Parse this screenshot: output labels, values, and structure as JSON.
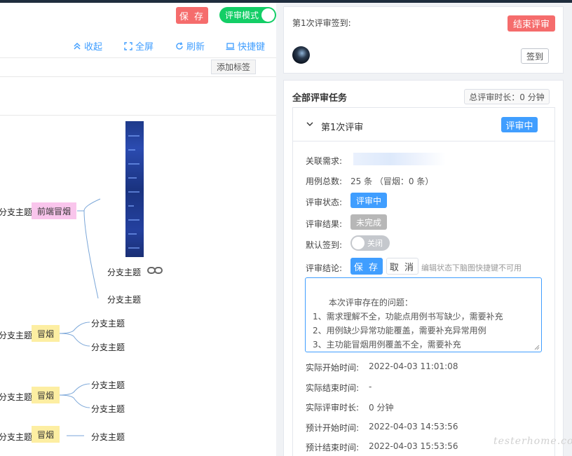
{
  "header": {
    "save_label": "保 存",
    "mode_label": "评审模式"
  },
  "toolbar": {
    "collapse": "收起",
    "fullscreen": "全屏",
    "refresh": "刷新",
    "shortcuts": "快捷键",
    "add_tag": "添加标签"
  },
  "mindmap": {
    "branch1": {
      "label": "分支主题",
      "tag": "前端冒烟",
      "children": [
        "分支主题",
        "分支主题"
      ]
    },
    "branch2": {
      "label": "分支主题",
      "tag": "冒烟",
      "children": [
        "分支主题",
        "分支主题"
      ]
    },
    "branch3": {
      "label": "分支主题",
      "tag": "冒烟",
      "children": [
        "分支主题",
        "分支主题"
      ]
    },
    "branch4": {
      "label": "分支主题",
      "tag": "冒烟",
      "children": [
        "分支主题"
      ]
    }
  },
  "signin": {
    "title": "第1次评审签到:",
    "end_button": "结束评审",
    "sign_button": "签到"
  },
  "tasks": {
    "title": "全部评审任务",
    "total_time": "总评审时长：0 分钟",
    "review": {
      "title": "第1次评审",
      "status_badge": "评审中",
      "related_label": "关联需求:",
      "total_label": "用例总数:",
      "total_value": "25 条 （冒烟：0 条）",
      "status_label": "评审状态:",
      "status_value": "评审中",
      "result_label": "评审结果:",
      "result_value": "未完成",
      "default_sign_label": "默认签到:",
      "default_sign_value": "关闭",
      "conclusion_label": "评审结论:",
      "save_label": "保 存",
      "cancel_label": "取 消",
      "hint": "编辑状态下脑图快捷键不可用",
      "conclusion_text": "本次评审存在的问题：\n1、需求理解不全，功能点用例书写缺少，需要补充\n2、用例缺少异常功能覆盖，需要补充异常用例\n3、主功能冒烟用例覆盖不全，需要补充\n......",
      "actual_start_label": "实际开始时间:",
      "actual_start_value": "2022-04-03 11:01:08",
      "actual_end_label": "实际结束时间:",
      "actual_end_value": "-",
      "actual_duration_label": "实际评审时长:",
      "actual_duration_value": "0 分钟",
      "planned_start_label": "预计开始时间:",
      "planned_start_value": "2022-04-03 14:53:56",
      "planned_end_label": "预计结束时间:",
      "planned_end_value": "2022-04-03 15:53:56"
    }
  },
  "watermark": "testerhome.com",
  "colors": {
    "primary": "#409eff",
    "danger": "#f56c6c",
    "success": "#13ce66",
    "tag_pink": "#f9c5ec",
    "tag_yellow": "#fdeea2"
  }
}
